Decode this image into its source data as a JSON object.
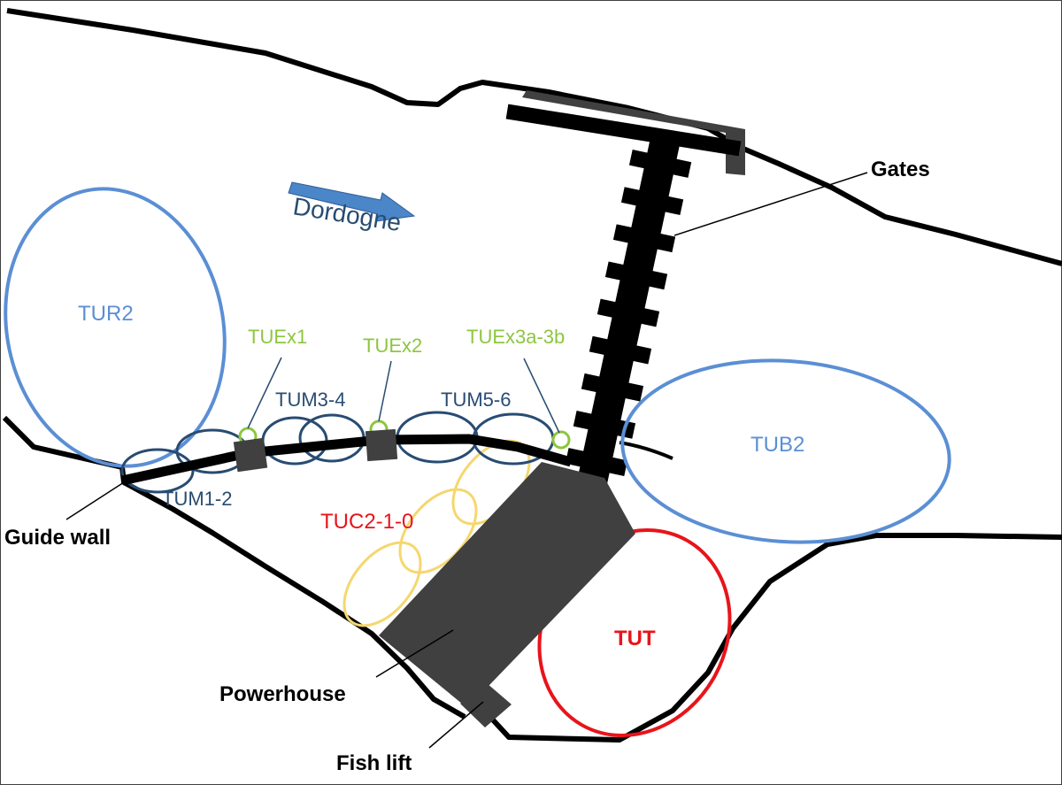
{
  "river": {
    "name": "Dordogne",
    "arrow_color": "#4a86c8"
  },
  "structures": {
    "gates": "Gates",
    "guide_wall": "Guide wall",
    "powerhouse": "Powerhouse",
    "fish_lift": "Fish lift"
  },
  "zones": {
    "tur2": "TUR2",
    "tub2": "TUB2",
    "tut": "TUT",
    "tuc": "TUC2-1-0",
    "tum12": "TUM1-2",
    "tum34": "TUM3-4",
    "tum56": "TUM5-6",
    "tuex1": "TUEx1",
    "tuex2": "TUEx2",
    "tuex3": "TUEx3a-3b"
  },
  "colors": {
    "light_blue": "#5b8fd4",
    "dark_blue": "#284c72",
    "green": "#8dc63f",
    "yellow": "#f5d76e",
    "red": "#e8141b",
    "dark_gray": "#404040",
    "black": "#000000"
  }
}
